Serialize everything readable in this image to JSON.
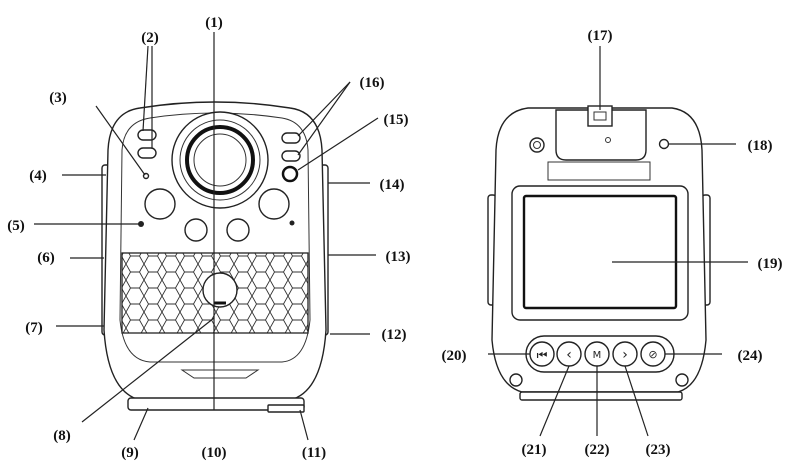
{
  "callouts": {
    "c1": "(1)",
    "c2": "(2)",
    "c3": "(3)",
    "c4": "(4)",
    "c5": "(5)",
    "c6": "(6)",
    "c7": "(7)",
    "c8": "(8)",
    "c9": "(9)",
    "c10": "(10)",
    "c11": "(11)",
    "c12": "(12)",
    "c13": "(13)",
    "c14": "(14)",
    "c15": "(15)",
    "c16": "(16)",
    "c17": "(17)",
    "c18": "(18)",
    "c19": "(19)",
    "c20": "(20)",
    "c21": "(21)",
    "c22": "(22)",
    "c23": "(23)",
    "c24": "(24)"
  },
  "button_icons": [
    "skip-back-icon",
    "previous-icon",
    "menu-icon",
    "next-icon",
    "function-icon"
  ],
  "icon_glyphs": {
    "skip-back": "⏮",
    "previous": "‹",
    "menu": "M",
    "next": "›",
    "function": "⊘"
  }
}
